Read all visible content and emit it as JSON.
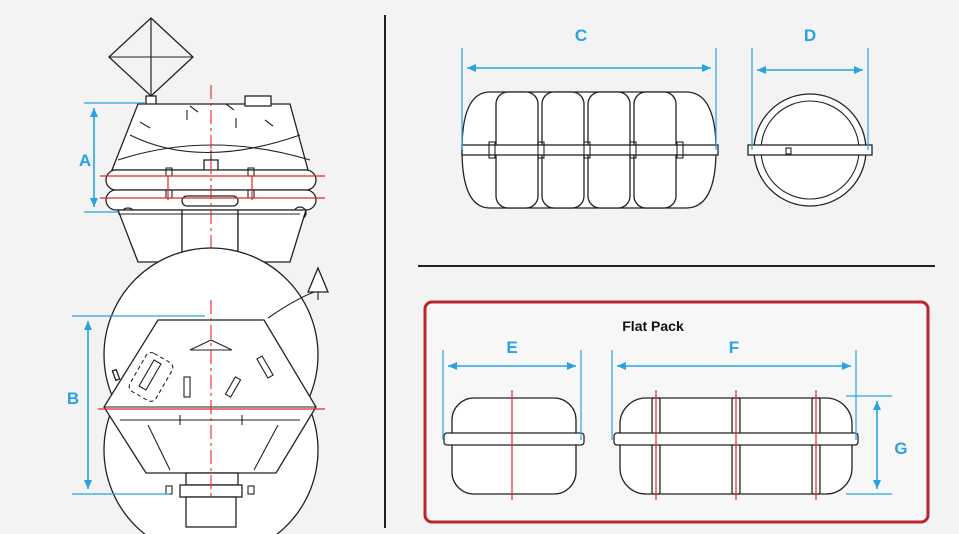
{
  "dimension_labels": {
    "a": "A",
    "b": "B",
    "c": "C",
    "d": "D",
    "e": "E",
    "f": "F",
    "g": "G"
  },
  "flat_pack": {
    "title": "Flat Pack",
    "frame_color": "#b8262c"
  },
  "colors": {
    "dimension": "#29a3df",
    "centerline": "#e3262b",
    "ink": "#222222",
    "background": "#f3f3f3"
  }
}
